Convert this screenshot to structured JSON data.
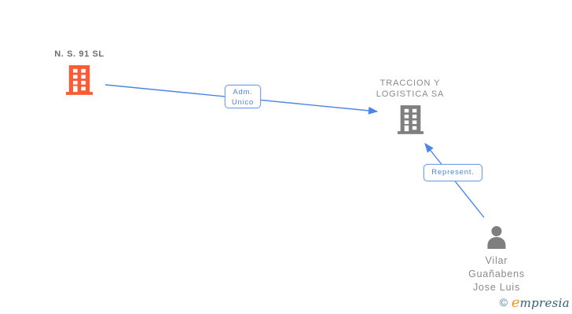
{
  "page": {
    "background": "#ffffff"
  },
  "nodes": {
    "company1": {
      "name": "N. S. 91 SL",
      "icon": "building-icon",
      "icon_color": "#fa5b35"
    },
    "company2": {
      "name_line1": "TRACCION Y",
      "name_line2": "LOGISTICA SA",
      "icon": "building-icon",
      "icon_color": "#7f7f7f"
    },
    "person": {
      "name_line1": "Vilar",
      "name_line2": "Guañabens",
      "name_line3": "Jose Luis",
      "icon": "person-icon",
      "icon_color": "#7f7f7f"
    }
  },
  "edges": {
    "adm_unico": {
      "from": "N. S. 91 SL",
      "to": "TRACCION Y LOGISTICA SA",
      "label_line1": "Adm.",
      "label_line2": "Unico",
      "color": "#4a86e8"
    },
    "represent": {
      "from": "Vilar Guañabens Jose Luis",
      "to": "TRACCION Y LOGISTICA SA",
      "label": "Represent.",
      "color": "#4a86e8"
    }
  },
  "footer": {
    "copyright_symbol": "©",
    "brand_first_letter": "e",
    "brand_rest": "mpresia"
  }
}
